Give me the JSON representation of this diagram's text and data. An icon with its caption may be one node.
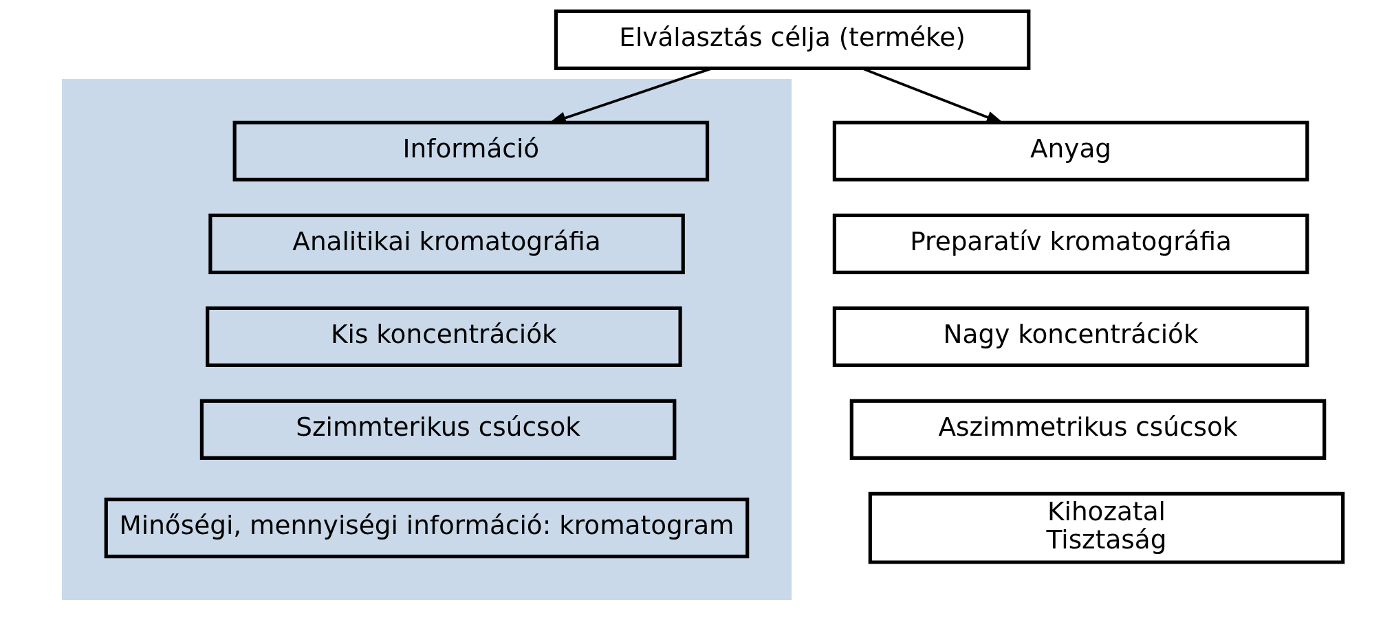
{
  "diagram": {
    "nodes": [
      {
        "text": [
          "Elválasztás célja (terméke)"
        ]
      },
      {
        "text": [],
        "shape": "box"
      },
      {
        "text": [
          "Információ"
        ],
        "in": 1
      },
      {
        "text": [
          "Analitikai kromatográfia"
        ],
        "in": 1
      },
      {
        "text": [
          "Kis koncentrációk"
        ],
        "in": 1
      },
      {
        "text": [
          "Szimmterikus csúcsok"
        ],
        "in": 1
      },
      {
        "text": [
          "Minőségi, mennyiségi információ: kromatogram"
        ],
        "in": 1
      },
      {
        "text": [
          "Anyag"
        ]
      },
      {
        "text": [
          "Preparatív kromatográfia"
        ]
      },
      {
        "text": [
          "Nagy koncentrációk"
        ]
      },
      {
        "text": [
          "Aszimmetrikus csúcsok"
        ]
      },
      {
        "text": [
          "Kihozatal",
          "Tisztaság"
        ]
      }
    ],
    "edges": [
      {
        "from": 0,
        "to": 2,
        "arrow": "to"
      },
      {
        "from": 0,
        "to": 7,
        "arrow": "to"
      }
    ]
  }
}
